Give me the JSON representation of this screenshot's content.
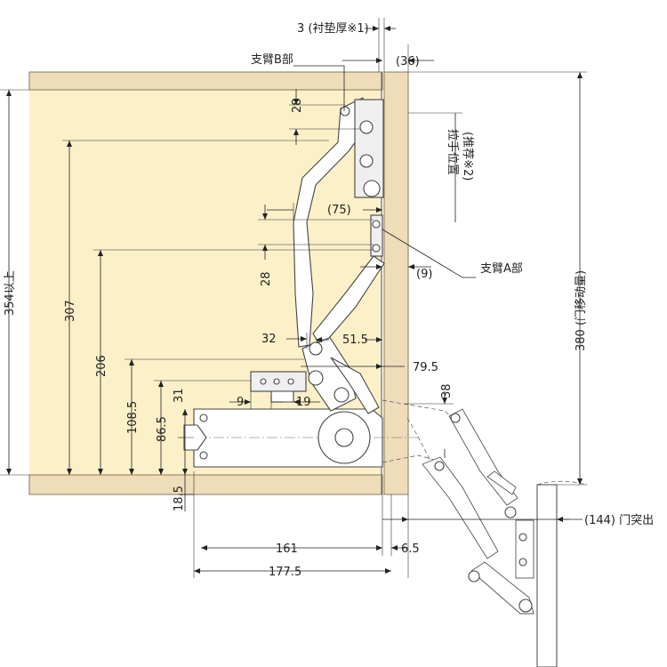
{
  "colors": {
    "cabinet_interior": "#fbf0c8",
    "wood_panel": "#efdcb8",
    "wood_edge": "#8a7a5a",
    "line": "#222222"
  },
  "labels": {
    "liner_thickness": "3 (衬垫厚※1)",
    "arm_b": "支臂B部",
    "arm_a": "支臂A部",
    "door_thickness": "(36)",
    "handle_position": "拉手位置",
    "recommended": "(推荐※2)",
    "door_travel": "380 (门移动量)",
    "min_height": "354以上",
    "door_protrusion": "(144) 门突出"
  },
  "dimensions": {
    "d28_top": "28",
    "d75": "(75)",
    "d28_mid": "28",
    "d9_right": "(9)",
    "d307": "307",
    "d206": "206",
    "d108_5": "108.5",
    "d86_5": "86.5",
    "d31": "31",
    "d32": "32",
    "d51_5": "51.5",
    "d79_5": "79.5",
    "d38": "38",
    "d9_low": "9",
    "d19": "19",
    "d18_5": "18.5",
    "d161": "161",
    "d6_5": "6.5",
    "d177_5": "177.5"
  }
}
